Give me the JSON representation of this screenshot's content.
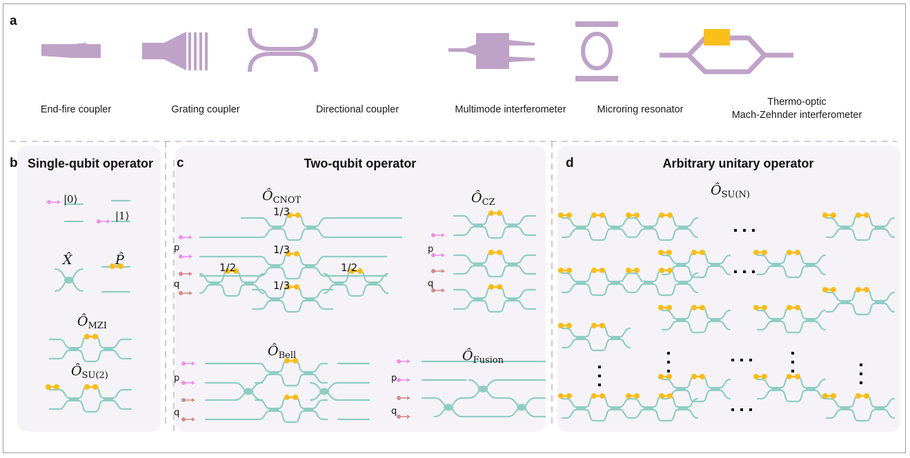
{
  "colors": {
    "component": "#bfa2c8",
    "heater": "#fbbf1a",
    "waveguide": "#8ecdc2",
    "phase_dot": "#fbbc14",
    "photon_p": "#f08ee6",
    "photon_q": "#d18a86",
    "divider": "#c9b3d3",
    "panel_bg": "#f5f3f7"
  },
  "panel_a": {
    "label": "a",
    "components": [
      {
        "name": "End-fire coupler",
        "icon": "end-fire-coupler-icon"
      },
      {
        "name": "Grating coupler",
        "icon": "grating-coupler-icon"
      },
      {
        "name": "Directional coupler",
        "icon": "directional-coupler-icon"
      },
      {
        "name": "Multimode interferometer",
        "icon": "mmi-icon"
      },
      {
        "name": "Microring resonator",
        "icon": "microring-icon"
      },
      {
        "name_line1": "Thermo-optic",
        "name_line2": "Mach-Zehnder interferometer",
        "icon": "thermo-optic-mzi-icon"
      }
    ]
  },
  "panel_b": {
    "label": "b",
    "title": "Single-qubit operator",
    "ket0": "|0⟩",
    "ket1": "|1⟩",
    "op_x": "X̂",
    "op_p": "P̂",
    "op_mzi": {
      "base": "Ô",
      "sub": "MZI"
    },
    "op_su2": {
      "base": "Ô",
      "sub": "SU(2)"
    }
  },
  "panel_c": {
    "label": "c",
    "title": "Two-qubit operator",
    "op_cnot": {
      "base": "Ô",
      "sub": "CNOT"
    },
    "op_cz": {
      "base": "Ô",
      "sub": "CZ"
    },
    "op_bell": {
      "base": "Ô",
      "sub": "Bell"
    },
    "op_fusion": {
      "base": "Ô",
      "sub": "Fusion"
    },
    "ratio_third": "1/3",
    "ratio_half": "1/2",
    "qubit_p": "p",
    "qubit_q": "q"
  },
  "panel_d": {
    "label": "d",
    "title": "Arbitrary unitary operator",
    "op_sun": {
      "base": "Ô",
      "sub": "SU(N)"
    }
  }
}
